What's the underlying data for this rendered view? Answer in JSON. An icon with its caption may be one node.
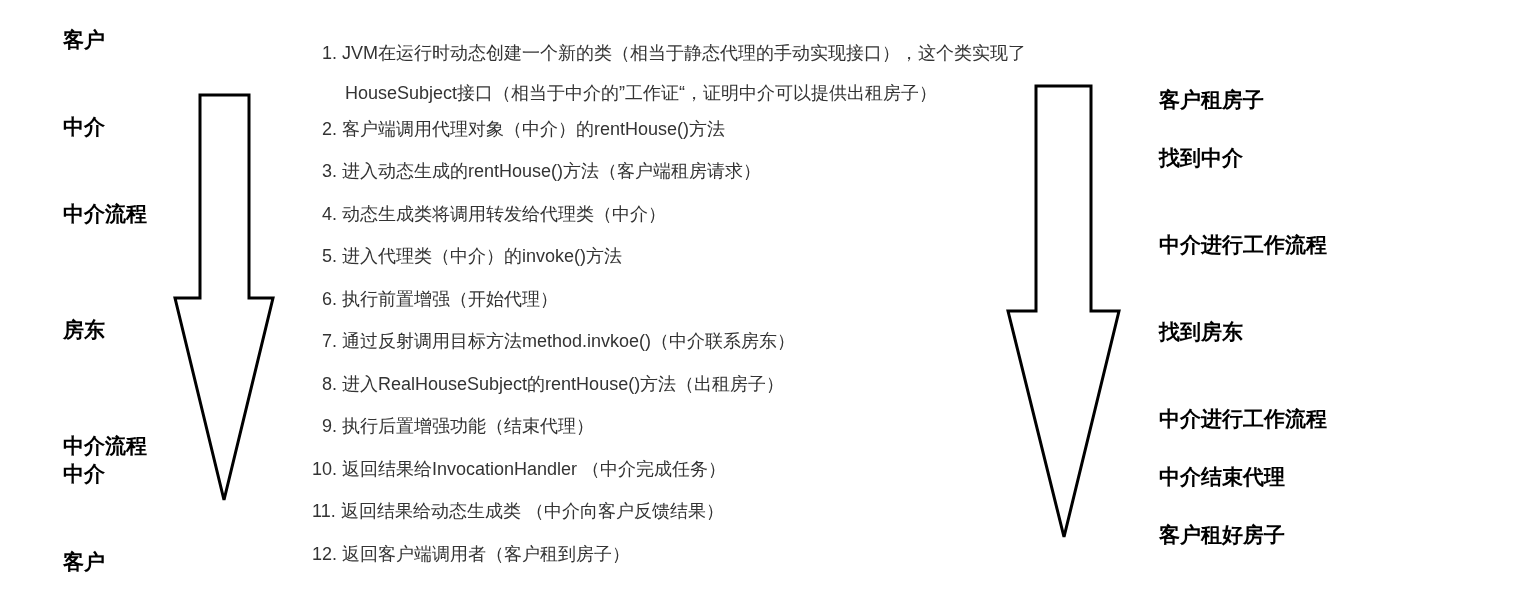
{
  "diagram": {
    "labels": [
      "客户",
      "中介",
      "中介流程",
      "房东",
      "中介流程",
      "中介",
      "客户",
      "1. JVM在运行时动态创建一个新的类（相当于静态代理的手动实现接口），这个类实现了HouseSubject接口（相当于中介的”工作证“，证明中介可以提供出租房子）",
      "2. 客户端调用代理对象（中介）的rentHouse()方法",
      "3. 进入动态生成的rentHouse()方法（客户端租房请求）",
      "4. 动态生成类将调用转发给代理类（中介）",
      "5. 进入代理类（中介）的invoke()方法",
      "6. 执行前置增强（开始代理）",
      "7. 通过反射调用目标方法method.invkoe()（中介联系房东）",
      "8. 进入RealHouseSubject的rentHouse()方法（出租房子）",
      "9. 执行后置增强功能（结束代理）",
      "10. 返回结果给InvocationHandler （中介完成任务）",
      "11. 返回结果给动态生成类 （中介向客户反馈结果）",
      "12. 返回客户端调用者（客户租到房子）",
      "客户租房子",
      "找到中介",
      "中介进行工作流程",
      "找到房东",
      "中介进行工作流程",
      "中介结束代理",
      "客户租好房子"
    ]
  }
}
